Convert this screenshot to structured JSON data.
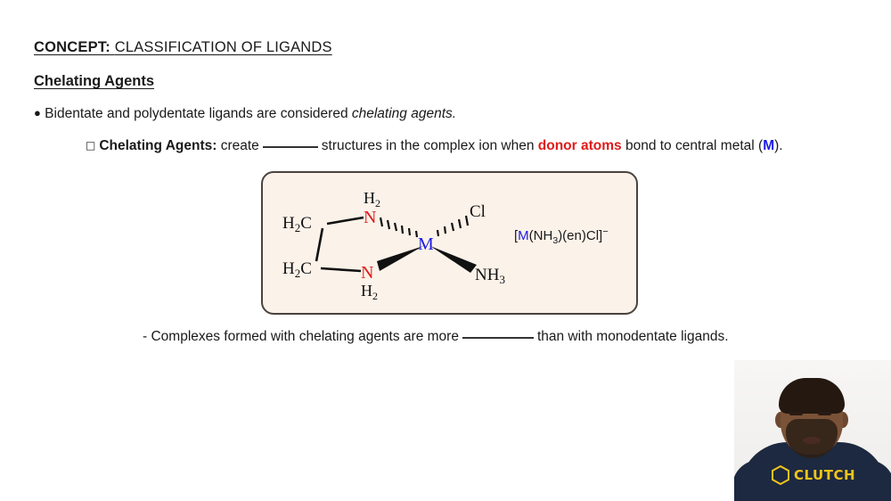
{
  "slide": {
    "concept_label": "CONCEPT:",
    "concept_title": "CLASSIFICATION OF LIGANDS",
    "subheading": "Chelating Agents",
    "bullet_marker": "●",
    "bullet_one_text": "Bidentate and polydentate ligands are considered ",
    "bullet_one_italic": "chelating agents.",
    "sub_bullet_marker": "□",
    "sub_bullet_label": "Chelating Agents:",
    "sub_bullet_part1": "create",
    "sub_bullet_part2": "structures in the complex ion when",
    "sub_bullet_highlight": "donor atoms",
    "sub_bullet_part3": "bond to central metal (",
    "sub_bullet_metal": "M",
    "sub_bullet_part4": ").",
    "note_text_part1": "- Complexes formed with chelating agents are more",
    "note_text_part2": "than with monodentate ligands."
  },
  "structure": {
    "formula_open": "[",
    "formula_metal": "M",
    "formula_rest_a": "(NH",
    "formula_sub_a": "3",
    "formula_rest_b": ")(en)Cl]",
    "formula_charge": "−",
    "atoms": {
      "ch2_top": "H",
      "ch2_top_sub": "2",
      "ch2_top_c": "C",
      "ch2_bottom": "H",
      "ch2_bottom_sub": "2",
      "ch2_bottom_c": "C",
      "n_top": "N",
      "n_top_h": "H",
      "n_top_h_sub": "2",
      "n_bottom": "N",
      "n_bottom_h": "H",
      "n_bottom_h_sub": "2",
      "metal": "M",
      "chloride": "Cl",
      "ammonia": "NH",
      "ammonia_sub": "3"
    }
  },
  "colors": {
    "nitrogen_red": "#e01b1b",
    "metal_blue": "#1a1ae6",
    "box_fill": "#fbf2e9",
    "box_border": "#4a433e",
    "logo_yellow": "#f0c419",
    "shirt_navy": "#1d2940"
  },
  "webcam": {
    "brand_text": "CLUTCH",
    "logo_icon": "hexagon-icon"
  }
}
